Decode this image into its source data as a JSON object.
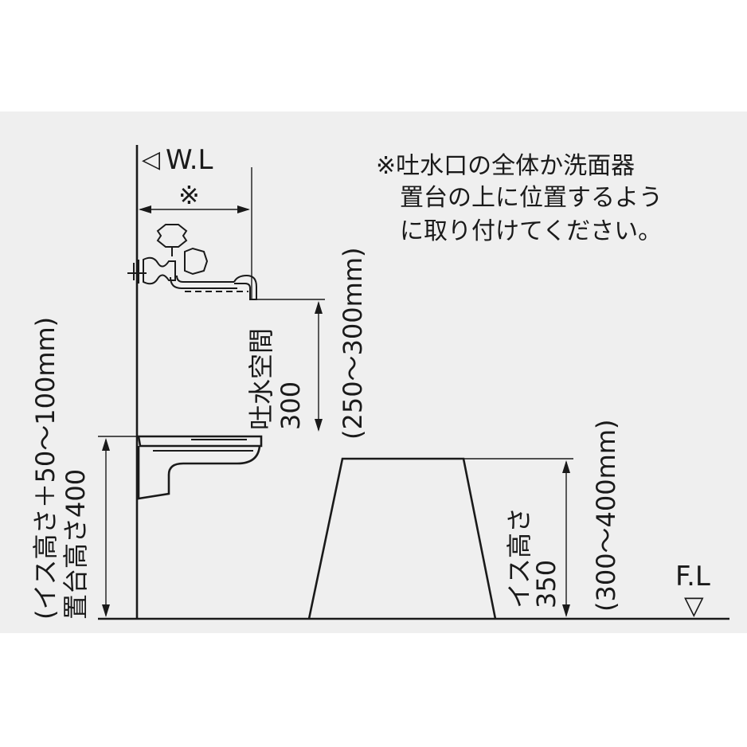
{
  "labels": {
    "wall_line": "W.L",
    "wall_marker": "◁",
    "offset_mark": "※",
    "note_line1": "※吐水口の全体か洗面器",
    "note_line2": "置台の上に位置するよう",
    "note_line3": "に取り付けてください。",
    "spout_space_title": "吐水空間",
    "spout_space_value": "300",
    "spout_space_range": "(250～300mm)",
    "stand_height_title": "置台高さ400",
    "stand_height_range": "(イス高さ＋50～100mm)",
    "chair_height_title": "イス高さ",
    "chair_height_value": "350",
    "chair_height_range": "(300～400mm)",
    "floor_line": "F.L",
    "floor_marker": "▽"
  },
  "colors": {
    "background_band": "#efefef",
    "line": "#1a1a1a",
    "page": "#ffffff"
  }
}
